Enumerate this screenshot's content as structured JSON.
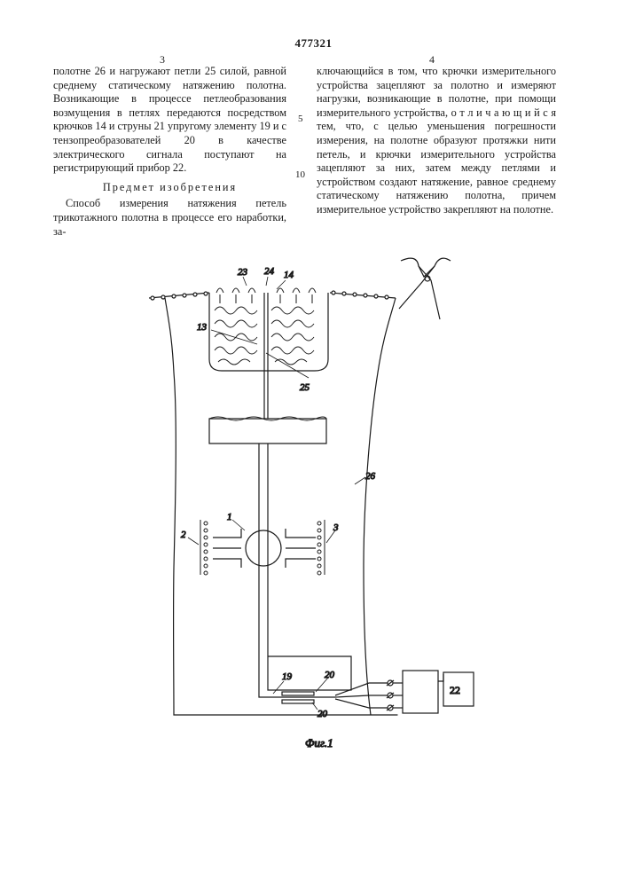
{
  "patent_number": "477321",
  "column_numbers": {
    "left": "3",
    "right": "4"
  },
  "line_markers": [
    "5",
    "10"
  ],
  "left_column": {
    "paragraph1": "полотне 26 и нагружают петли 25 силой, равной среднему статическому натяжению полотна. Возникающие в процессе петлеобразования возмущения в петлях передаются посредством крючков 14 и струны 21 упругому элементу 19 и с тензопреобразователей 20 в качестве электрического сигнала поступают на регистрирующий прибор 22.",
    "heading": "Предмет изобретения",
    "paragraph2": "Способ измерения натяжения петель трикотажного полотна в процессе его наработки, за-"
  },
  "right_column": {
    "paragraph": "ключающийся в том, что крючки измерительного устройства зацепляют за полотно и измеряют нагрузки, возникающие в полотне, при помощи измерительного устройства, о т л и ч а ю щ и й с я тем, что, с целью уменьшения погрешности измерения, на полотне образуют протяжки нити петель, и крючки измерительного устройства зацепляют за них, затем между петлями и устройством создают натяжение, равное среднему статическому натяжению полотна, причем измерительное устройство закрепляют на полотне."
  },
  "figure": {
    "caption": "Фиг.1",
    "labels": {
      "l1": "1",
      "l2": "2",
      "l3": "3",
      "l13": "13",
      "l14": "14",
      "l19": "19",
      "l20a": "20",
      "l20b": "20",
      "l22": "22",
      "l23": "23",
      "l24": "24",
      "l25": "25",
      "l26": "26"
    }
  }
}
